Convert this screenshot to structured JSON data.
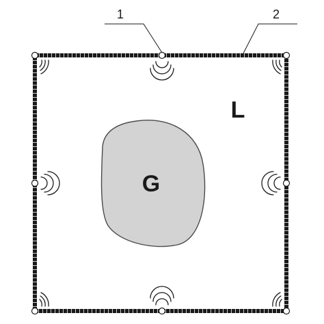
{
  "labels": {
    "callout_1": "1",
    "callout_2": "2",
    "region_inner": "G",
    "region_outer": "L"
  },
  "colors": {
    "frame": "#1a1a1a",
    "frame_segment_gap": "#cfcfcf",
    "inner_region_fill": "#d3d3d3",
    "inner_region_stroke": "#4a4a4a",
    "wave": "#1a1a1a",
    "leader": "#1a1a1a"
  },
  "icons": {
    "sensor": "sensor-node-icon",
    "signal": "signal-wave-icon"
  }
}
